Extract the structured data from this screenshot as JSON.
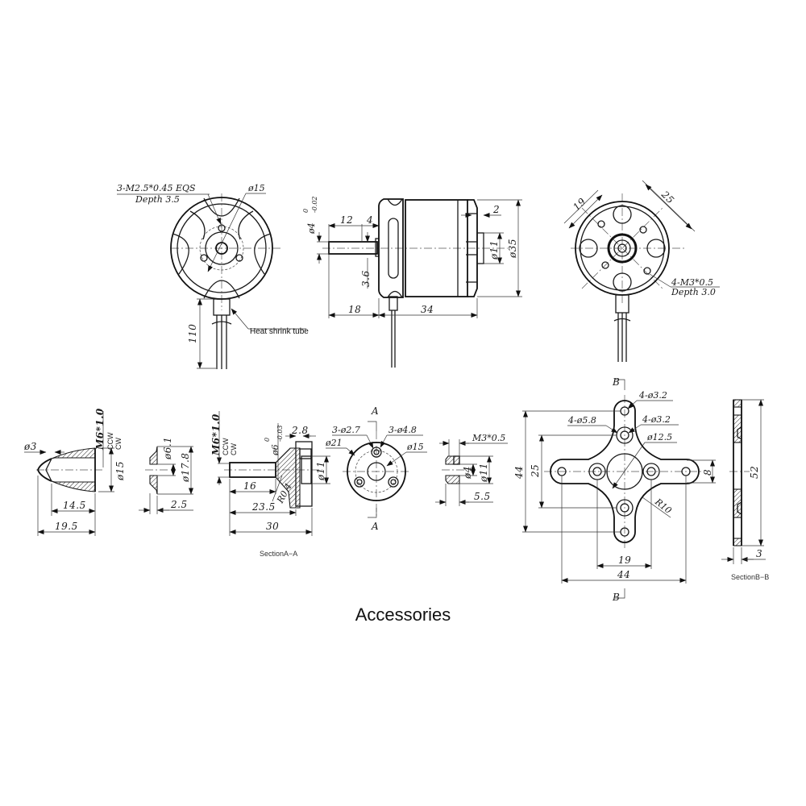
{
  "title": "Accessories",
  "front_view": {
    "thread_note_line1": "3-M2.5*0.45 EQS",
    "thread_note_line2": "Depth 3.5",
    "dia_label": "ø15",
    "lead_length": "110",
    "heat_shrink_label": "Heat shrink tube"
  },
  "side_view": {
    "shaft_dia": "ø4",
    "shaft_tol_upper": "0",
    "shaft_tol_lower": "-0.02",
    "dim_12": "12",
    "dim_4": "4",
    "dim_3_6": "3.6",
    "dim_18": "18",
    "dim_34": "34",
    "dim_2": "2",
    "dim_d11": "ø11",
    "dim_d35": "ø35"
  },
  "rear_view": {
    "dim_19": "19",
    "dim_25": "25",
    "thread_note_line1": "4-M3*0.5",
    "thread_note_line2": "Depth 3.0"
  },
  "spinner": {
    "dim_d3": "ø3",
    "thread": "M6*1.0",
    "ccw": "CCW",
    "cw": "CW",
    "dim_d15": "ø15",
    "dim_14_5": "14.5",
    "dim_19_5": "19.5"
  },
  "washer": {
    "dim_d6_1": "ø6.1",
    "dim_d17_8": "ø17.8",
    "dim_2_5": "2.5"
  },
  "prop_adapter": {
    "thread": "M6*1.0",
    "ccw": "CCW",
    "cw": "CW",
    "dim_d6": "ø6",
    "tol_upper": "0",
    "tol_lower": "-0.03",
    "dim_2_8": "2.8",
    "dim_d11": "ø11",
    "dim_16": "16",
    "dim_r0_4": "R0.4",
    "dim_23_5": "23.5",
    "dim_30": "30",
    "section_caption": "SectionA−A"
  },
  "adapter_front": {
    "section_mark": "A",
    "holes_small": "3-ø2.7",
    "holes_large": "3-ø4.8",
    "dim_d21": "ø21",
    "dim_d15": "ø15"
  },
  "nut": {
    "thread": "M3*0.5",
    "dim_d4": "ø4",
    "dim_d11": "ø11",
    "dim_5_5": "5.5"
  },
  "cross_mount": {
    "section_mark": "B",
    "hole_1": "4-ø3.2",
    "hole_2": "4-ø5.8",
    "hole_3": "4-ø3.2",
    "dim_d12_5": "ø12.5",
    "dim_44_v": "44",
    "dim_25": "25",
    "dim_8": "8",
    "dim_r10": "R10",
    "dim_19": "19",
    "dim_44_h": "44"
  },
  "cross_section": {
    "dim_52": "52",
    "dim_3": "3",
    "section_caption": "SectionB−B"
  }
}
